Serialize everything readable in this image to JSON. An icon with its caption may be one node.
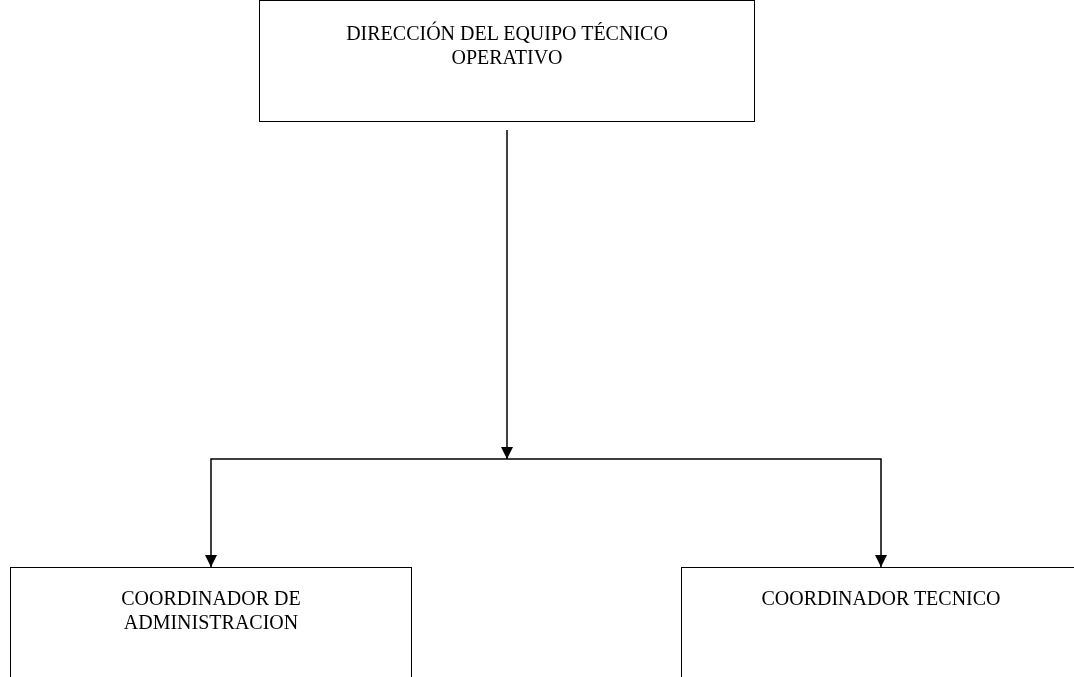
{
  "diagram": {
    "nodes": [
      {
        "text": [
          "DIRECCIÓN DEL EQUIPO TÉCNICO OPERATIVO"
        ]
      },
      {
        "text": [
          "COORDINADOR DE ADMINISTRACION"
        ]
      },
      {
        "text": [
          "COORDINADOR TECNICO"
        ]
      }
    ],
    "edges": [
      {
        "from": 0,
        "to": 1,
        "arrow": "to"
      },
      {
        "from": 0,
        "to": 2,
        "arrow": "to"
      }
    ]
  }
}
